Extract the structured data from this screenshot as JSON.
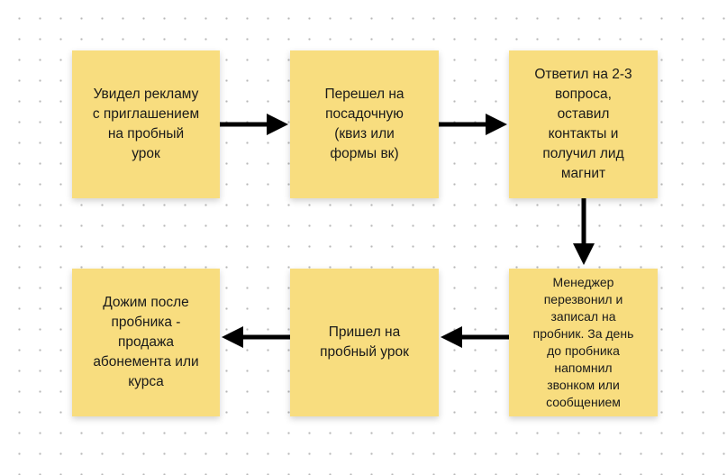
{
  "diagram": {
    "notes": [
      {
        "id": "n1",
        "text": "Увидел рекламу\nс приглашением\nна пробный\nурок"
      },
      {
        "id": "n2",
        "text": "Перешел на\nпосадочную\n(квиз или\nформы вк)"
      },
      {
        "id": "n3",
        "text": "Ответил на 2-3\nвопроса,\nоставил\nконтакты и\nполучил лид\nмагнит"
      },
      {
        "id": "n4",
        "text": "Менеджер\nперезвонил и\nзаписал на\nпробник. За день\nдо пробника\nнапомнил\nзвонком или\nсообщением"
      },
      {
        "id": "n5",
        "text": "Пришел на\nпробный урок"
      },
      {
        "id": "n6",
        "text": "Дожим после\nпробника -\nпродажа\nабонемента или\nкурса"
      }
    ],
    "connections": [
      {
        "from": "n1",
        "to": "n2"
      },
      {
        "from": "n2",
        "to": "n3"
      },
      {
        "from": "n3",
        "to": "n4"
      },
      {
        "from": "n4",
        "to": "n5"
      },
      {
        "from": "n5",
        "to": "n6"
      }
    ],
    "colors": {
      "note": "#f8dd7f",
      "arrow": "#000000",
      "text": "#1a1a1a"
    }
  }
}
